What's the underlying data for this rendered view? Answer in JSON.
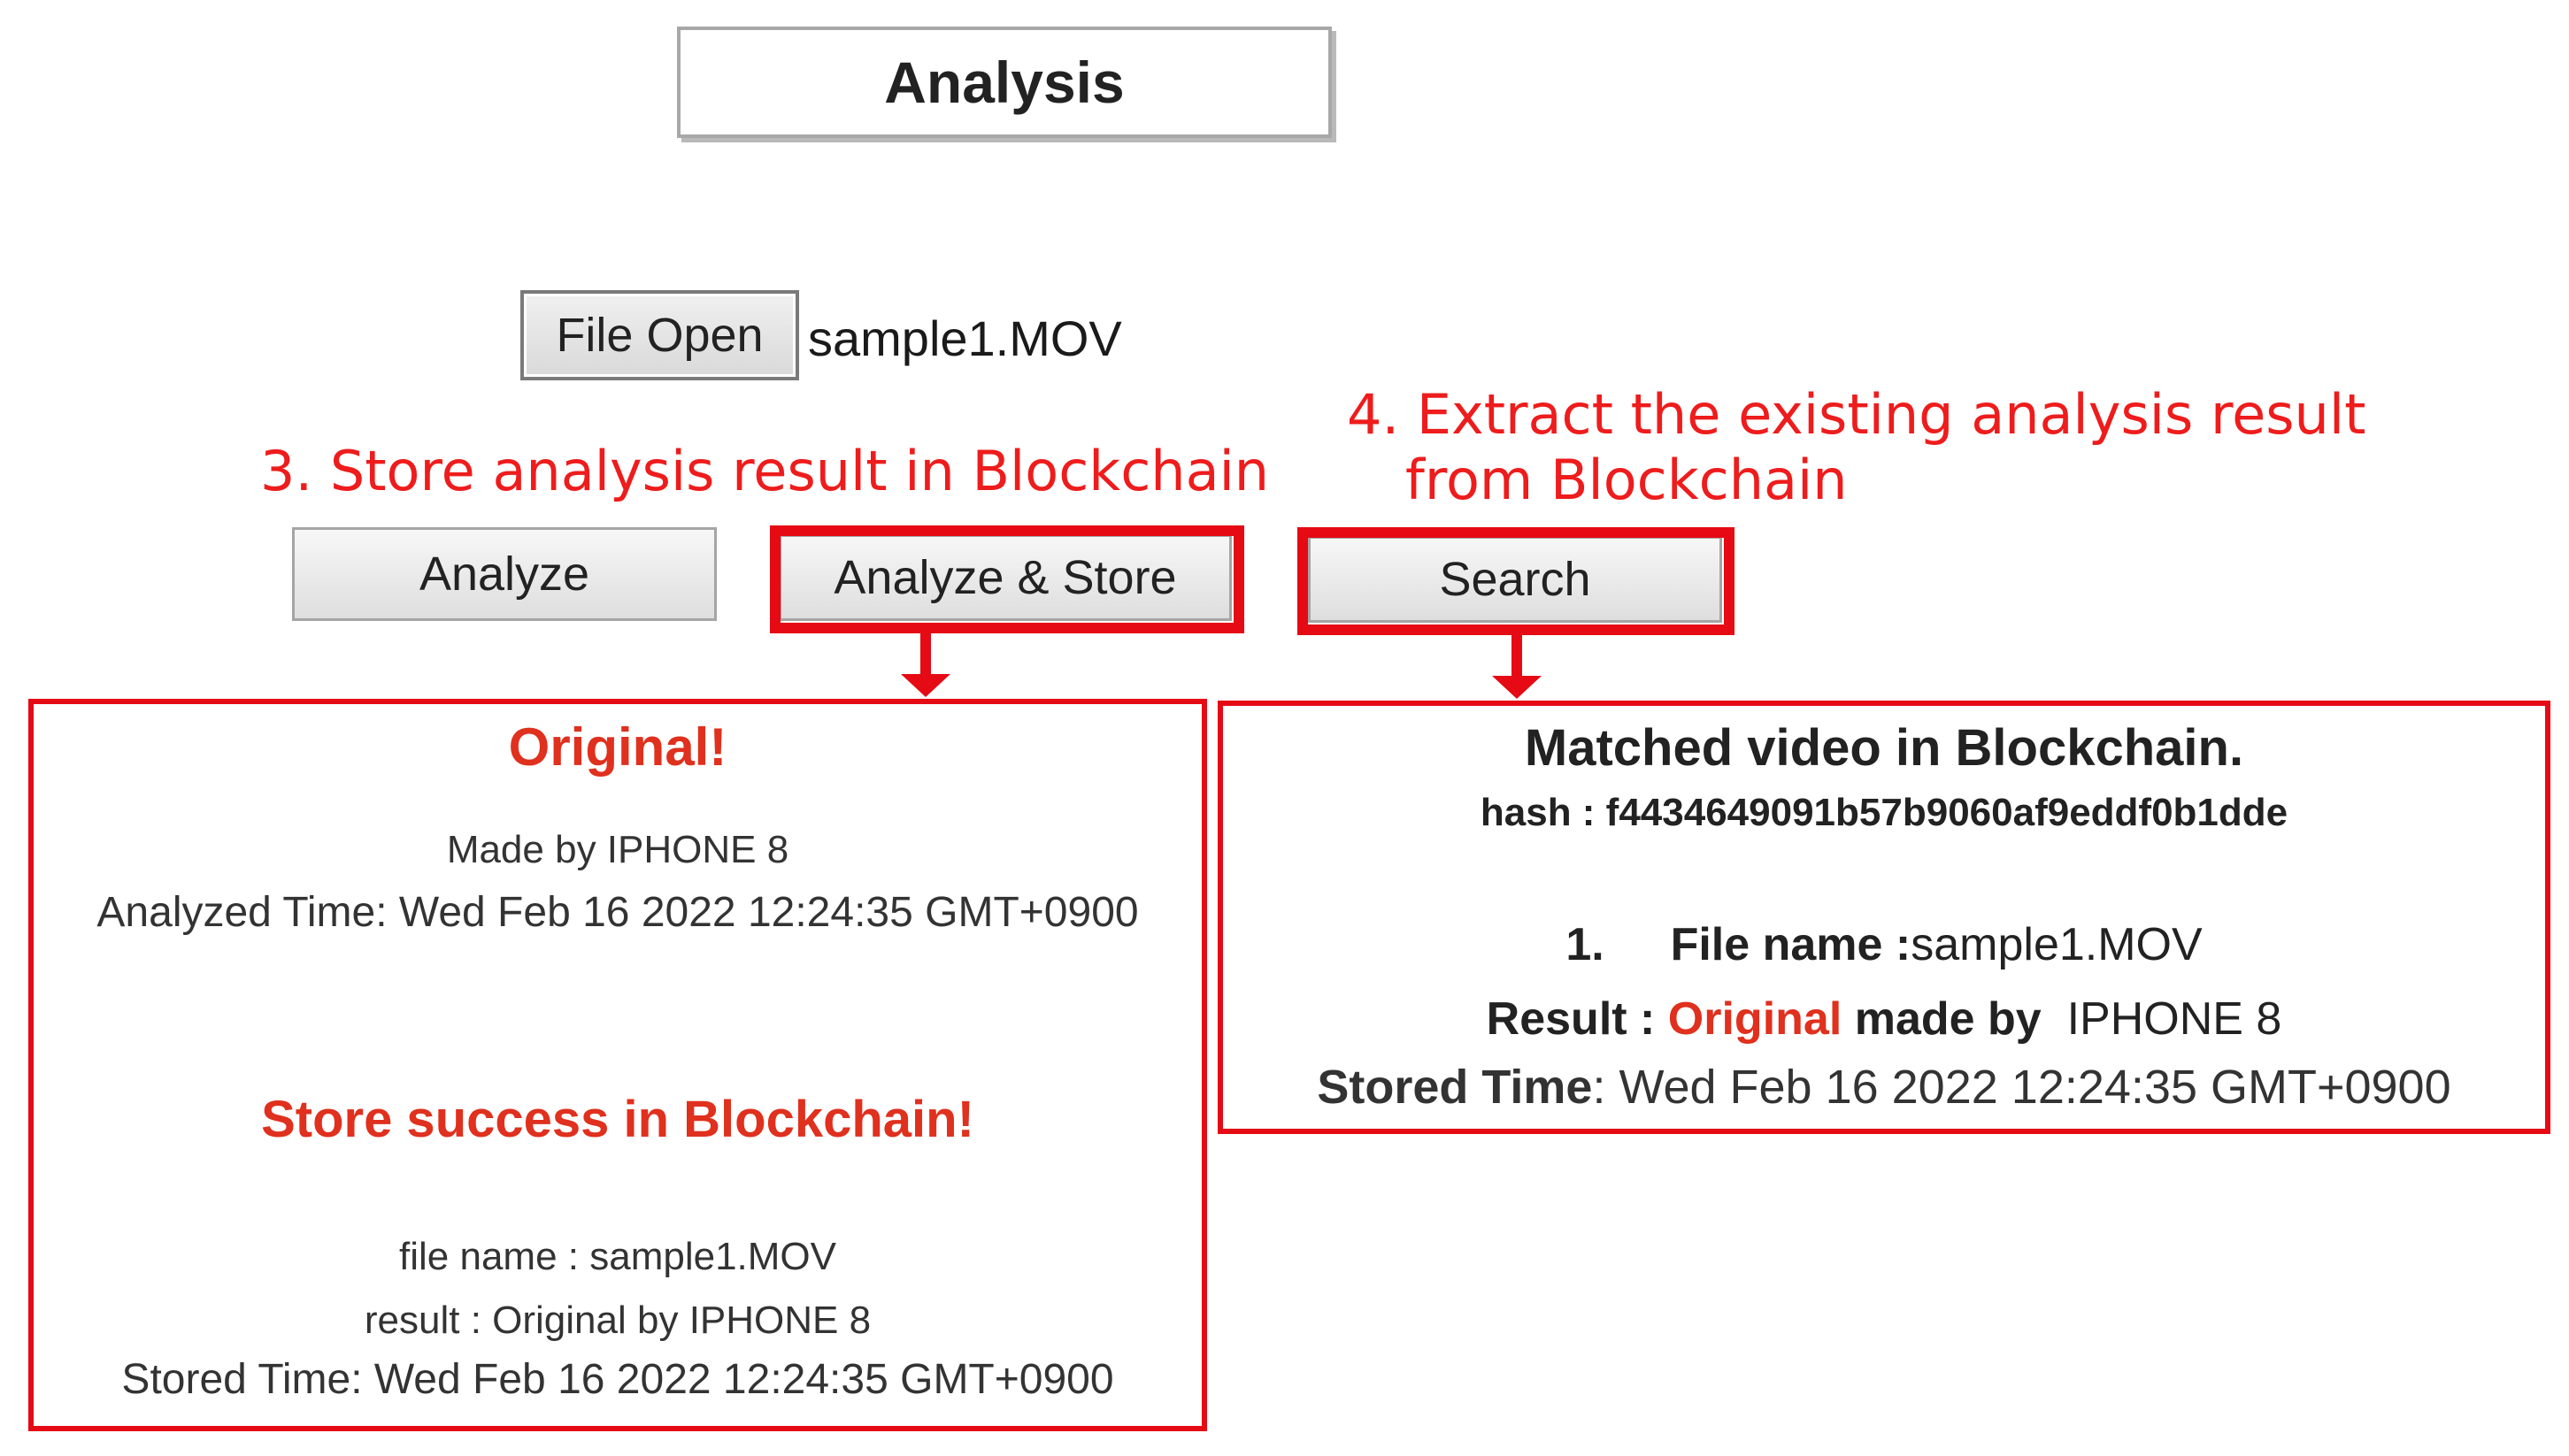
{
  "header": {
    "title": "Analysis"
  },
  "file": {
    "open_button": "File Open",
    "file_name": "sample1.MOV"
  },
  "buttons": {
    "analyze": "Analyze",
    "analyze_store": "Analyze & Store",
    "search": "Search"
  },
  "annotations": {
    "step3": "3. Store analysis result in Blockchain",
    "step4_line1": "4. Extract the existing analysis result",
    "step4_line2": "from Blockchain"
  },
  "left_result": {
    "status": "Original!",
    "made_by": "Made by  IPHONE 8",
    "analyzed_time": "Analyzed  Time: Wed Feb 16 2022 12:24:35 GMT+0900",
    "store_status": "Store success in Blockchain!",
    "file_name": "file name : sample1.MOV",
    "result": "result : Original by IPHONE 8",
    "stored_time": "Stored Time: Wed Feb 16 2022 12:24:35 GMT+0900"
  },
  "right_result": {
    "heading": "Matched video in Blockchain.",
    "hash": "hash : f4434649091b57b9060af9eddf0b1dde",
    "item_number": "1.",
    "file_name_label": "File name :",
    "file_name_value": "sample1.MOV",
    "result_label": "Result :",
    "result_value": "Original",
    "made_by_label": " made by",
    "made_by_value": "  IPHONE 8",
    "stored_time_label": "Stored Time",
    "stored_time_value": ": Wed Feb 16 2022 12:24:35 GMT+0900"
  },
  "colors": {
    "highlight_red": "#e50a14",
    "annotation_red": "#ee1c1c",
    "result_red": "#e0301e"
  }
}
